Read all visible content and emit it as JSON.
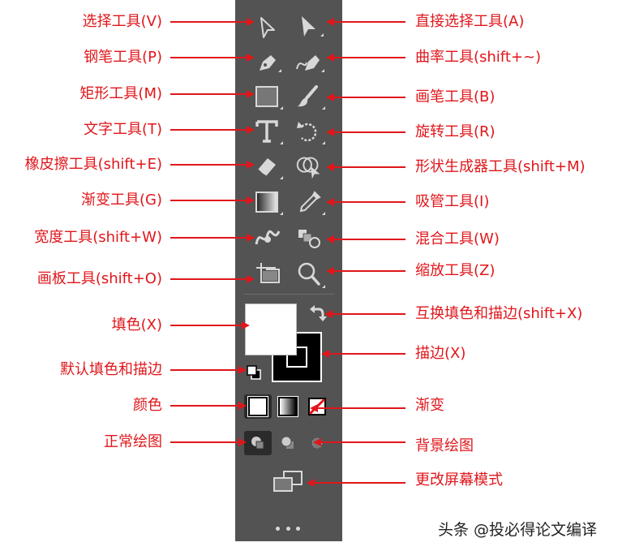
{
  "left_labels": [
    {
      "id": "select",
      "text": "选择工具(V)"
    },
    {
      "id": "pen",
      "text": "钢笔工具(P)"
    },
    {
      "id": "rect",
      "text": "矩形工具(M)"
    },
    {
      "id": "type",
      "text": "文字工具(T)"
    },
    {
      "id": "eraser",
      "text": "橡皮擦工具(shift+E)"
    },
    {
      "id": "gradient",
      "text": "渐变工具(G)"
    },
    {
      "id": "width",
      "text": "宽度工具(shift+W)"
    },
    {
      "id": "artboard",
      "text": "画板工具(shift+O)"
    },
    {
      "id": "fill",
      "text": "填色(X)"
    },
    {
      "id": "default",
      "text": "默认填色和描边"
    },
    {
      "id": "color",
      "text": "颜色"
    },
    {
      "id": "normal",
      "text": "正常绘图"
    }
  ],
  "right_labels": [
    {
      "id": "direct",
      "text": "直接选择工具(A)"
    },
    {
      "id": "curvature",
      "text": "曲率工具(shift+~)"
    },
    {
      "id": "brush",
      "text": "画笔工具(B)"
    },
    {
      "id": "rotate",
      "text": "旋转工具(R)"
    },
    {
      "id": "shapebuilder",
      "text": "形状生成器工具(shift+M)"
    },
    {
      "id": "eyedropper",
      "text": "吸管工具(I)"
    },
    {
      "id": "blend",
      "text": "混合工具(W)"
    },
    {
      "id": "zoom",
      "text": "缩放工具(Z)"
    },
    {
      "id": "swap",
      "text": "互换填色和描边(shift+X)"
    },
    {
      "id": "stroke",
      "text": "描边(X)"
    },
    {
      "id": "gradientmode",
      "text": "渐变"
    },
    {
      "id": "behind",
      "text": "背景绘图"
    },
    {
      "id": "screenmode",
      "text": "更改屏幕模式"
    }
  ],
  "watermark": "头条 @投必得论文编译",
  "colors": {
    "accent": "#e0161b",
    "toolbar": "#535353",
    "icon": "#d8d8d8"
  }
}
